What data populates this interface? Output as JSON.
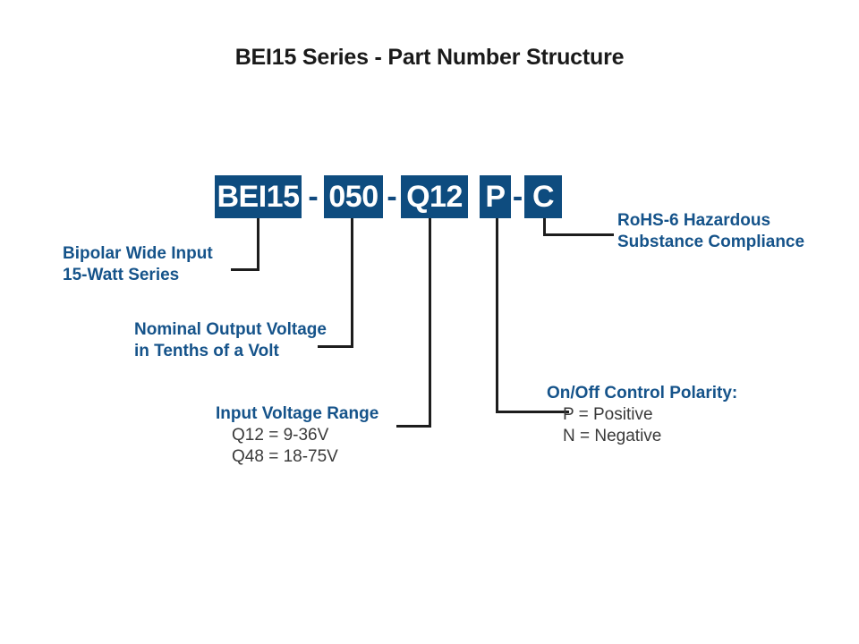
{
  "diagram": {
    "title": "BEI15 Series - Part Number Structure",
    "accent_color": "#0e4c7f",
    "text_color": "#15538a",
    "line_color": "#1d1d1d",
    "part_number_segments": [
      {
        "id": "series",
        "label": "BEI15"
      },
      {
        "id": "sep1",
        "label": "-"
      },
      {
        "id": "voltage",
        "label": "050"
      },
      {
        "id": "sep2",
        "label": "-"
      },
      {
        "id": "input",
        "label": "Q12"
      },
      {
        "id": "polarity",
        "label": "P"
      },
      {
        "id": "sep3",
        "label": "-"
      },
      {
        "id": "compliance",
        "label": "C"
      }
    ],
    "callouts": {
      "series": {
        "line1": "Bipolar Wide Input",
        "line2": "15-Watt Series"
      },
      "voltage": {
        "line1": "Nominal Output Voltage",
        "line2": "in Tenths of a Volt"
      },
      "input": {
        "heading": "Input Voltage Range",
        "option1": "Q12 = 9-36V",
        "option2": "Q48 = 18-75V"
      },
      "polarity": {
        "heading": "On/Off Control Polarity:",
        "option1": "P = Positive",
        "option2": "N = Negative"
      },
      "compliance": {
        "line1": "RoHS-6 Hazardous",
        "line2": "Substance Compliance"
      }
    }
  }
}
